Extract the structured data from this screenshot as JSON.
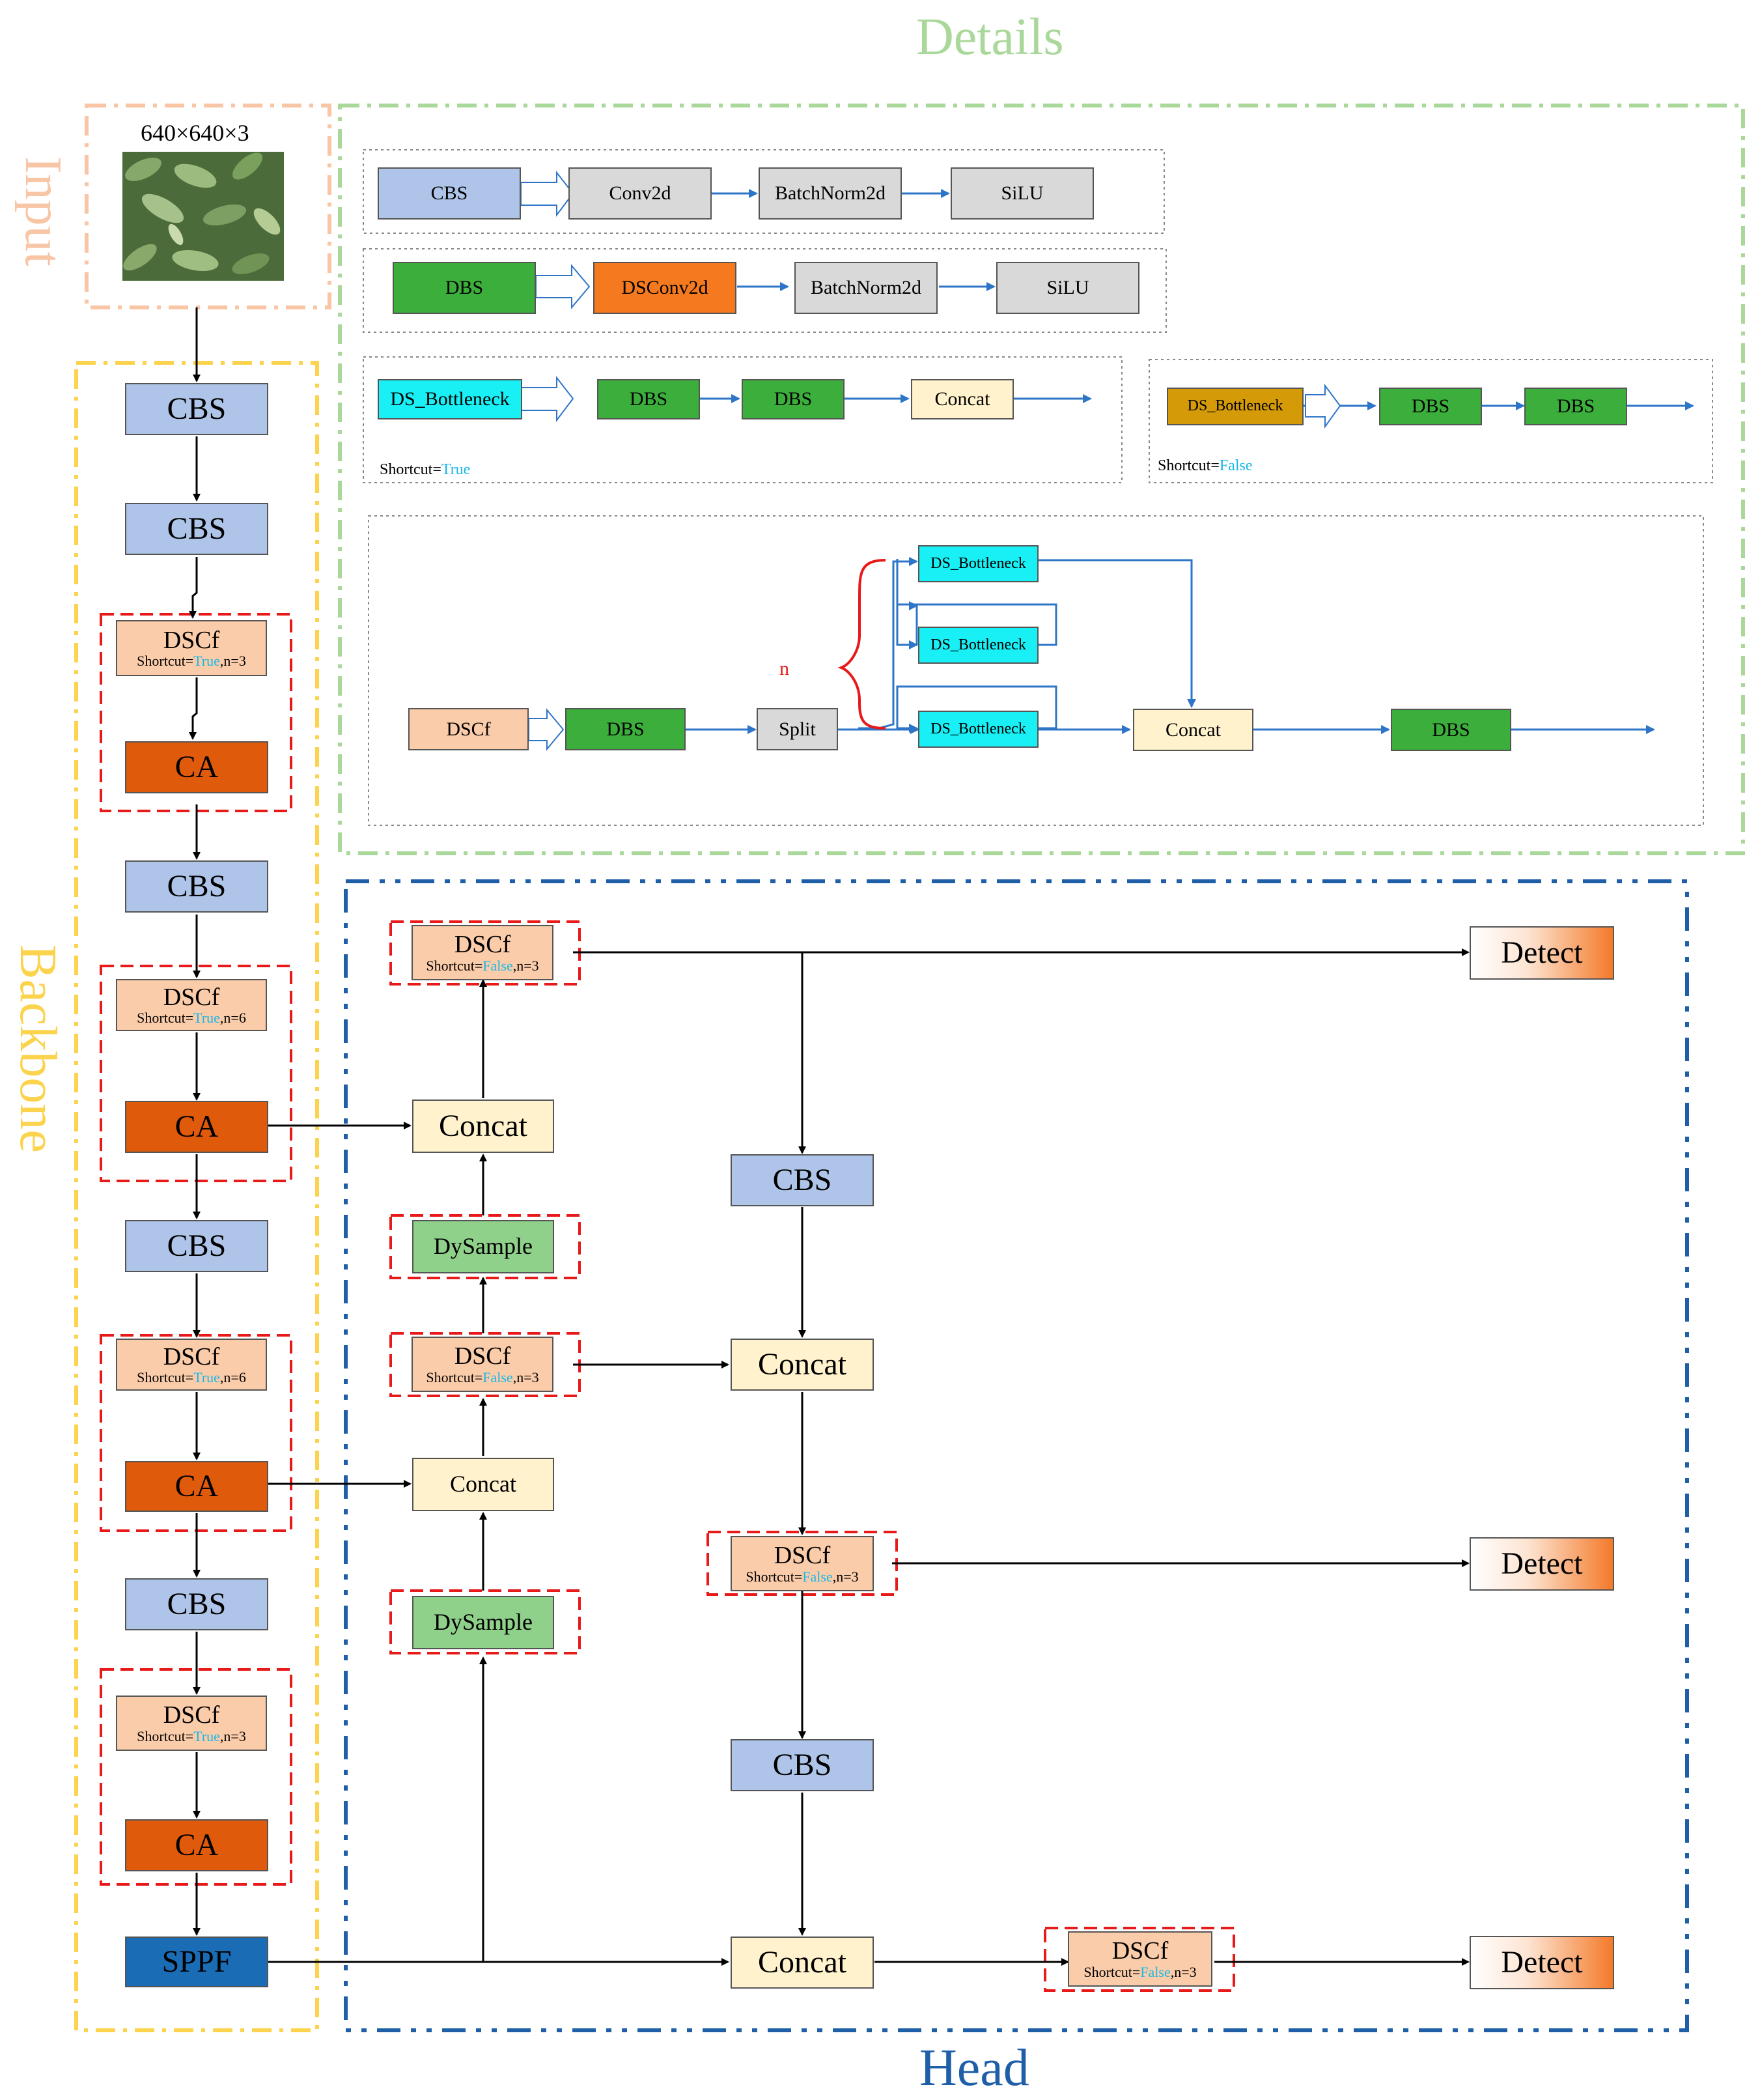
{
  "sections": {
    "details": "Details",
    "input": "Input",
    "backbone": "Backbone",
    "head": "Head"
  },
  "input": {
    "size": "640×640×3",
    "image_desc": "leaf-photo"
  },
  "backbone": {
    "cbs": "CBS",
    "ca": "CA",
    "sppf": "SPPF",
    "dscf": "DSCf",
    "shortcut_prefix": "Shortcut=",
    "true": "True",
    "false": "False",
    "n3": ",n=3",
    "n6": ",n=6"
  },
  "head": {
    "concat": "Concat",
    "dysample": "DySample",
    "detect": "Detect"
  },
  "details": {
    "row1": [
      "CBS",
      "Conv2d",
      "BatchNorm2d",
      "SiLU"
    ],
    "row2": [
      "DBS",
      "DSConv2d",
      "BatchNorm2d",
      "SiLU"
    ],
    "row3a": [
      "DS_Bottleneck",
      "DBS",
      "DBS",
      "Concat"
    ],
    "row3a_shortcut_prefix": "Shortcut=",
    "row3a_shortcut_value": "True",
    "row3b": [
      "DS_Bottleneck",
      "DBS",
      "DBS"
    ],
    "row3b_shortcut_prefix": "Shortcut=",
    "row3b_shortcut_value": "False",
    "row4": {
      "dscf": "DSCf",
      "dbs": "DBS",
      "split": "Split",
      "bottleneck": "DS_Bottleneck",
      "concat": "Concat",
      "dbs_out": "DBS",
      "n": "n"
    }
  },
  "colors": {
    "input_frame": "#f8c5a5",
    "backbone_frame": "#fcd34d",
    "details_frame": "#a9d89a",
    "head_frame": "#1f5fa8",
    "dashed_group": "#e81919",
    "shortcut_value": "#19b7e6"
  }
}
